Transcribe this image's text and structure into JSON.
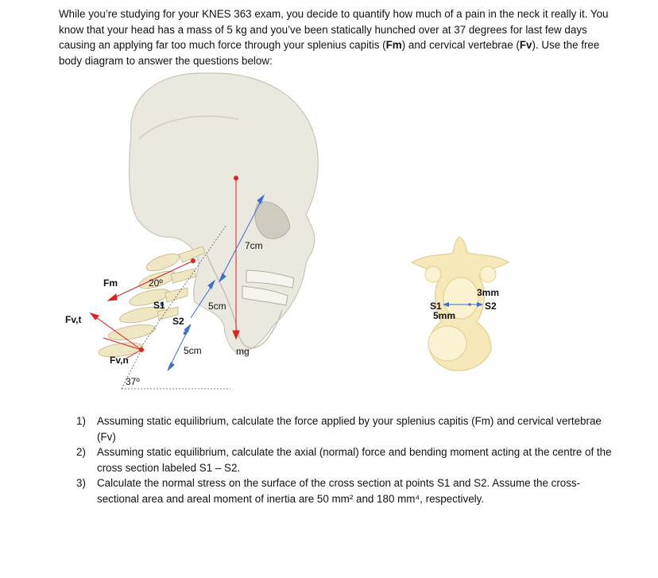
{
  "intro": {
    "text_1": "While you’re studying for your KNES 363 exam, you decide to quantify how much of a pain in the neck it really it. You know that your head has a mass of 5 kg and you’ve been statically hunched over at 37 degrees for last few days causing an applying far too much force through your splenius capitis (",
    "fm_label": "Fm",
    "text_2": ") and cervical vertebrae (",
    "fv_label": "Fv",
    "text_3": "). Use the free body diagram to answer the questions below:"
  },
  "figure": {
    "label_fm": "Fm",
    "label_angle_20": "20º",
    "label_s1": "S1",
    "label_s2": "S2",
    "label_fvt": "Fv,t",
    "label_fvn": "Fv,n",
    "label_angle_37": "37º",
    "label_5cm_upper": "5cm",
    "label_5cm_lower": "5cm",
    "label_7cm": "7cm",
    "label_mg": "mg",
    "cross_s1": "S1",
    "cross_s2": "S2",
    "cross_3mm": "3mm",
    "cross_5mm": "5mm"
  },
  "questions": [
    {
      "num": "1)",
      "text": "Assuming static equilibrium, calculate the force applied by your splenius capitis (Fm) and cervical vertebrae (Fv)"
    },
    {
      "num": "2)",
      "text": "Assuming static equilibrium, calculate the axial (normal) force and bending moment acting at the centre of the cross section labeled S1 – S2."
    },
    {
      "num": "3)",
      "text": "Calculate the normal stress on the surface of the cross section at points S1 and S2. Assume the cross-sectional area and areal moment of inertia are 50 mm² and 180 mm⁴, respectively."
    }
  ],
  "colors": {
    "red_arrow": "#e02020",
    "blue_arrow": "#3a6fd0",
    "bone": "#f1e9c9",
    "bone_shade": "#d9cfa8",
    "skull": "#eceae2",
    "skull_shade": "#c9c6bb"
  }
}
